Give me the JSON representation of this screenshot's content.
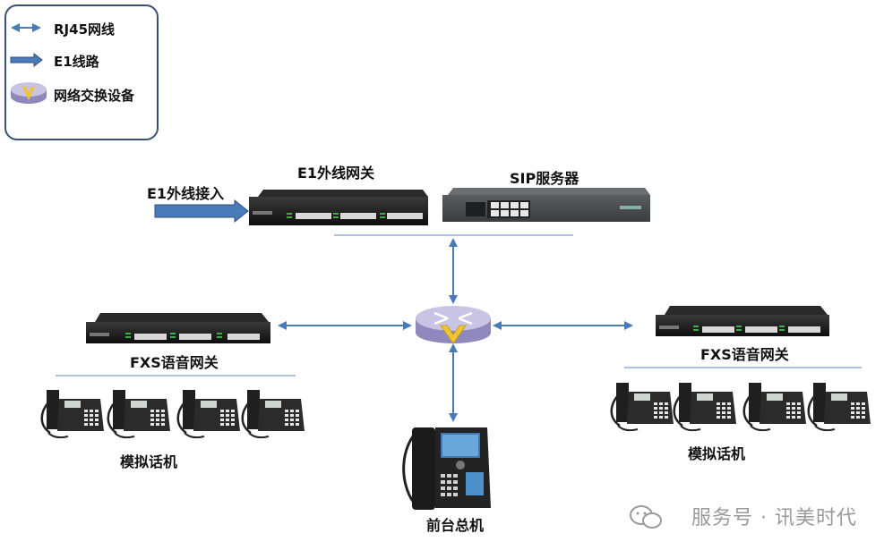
{
  "legend": {
    "items": [
      {
        "label": "RJ45网线",
        "icon": "double-arrow-icon"
      },
      {
        "label": "E1线路",
        "icon": "block-arrow-icon"
      },
      {
        "label": "网络交换设备",
        "icon": "router-icon"
      }
    ]
  },
  "nodes": {
    "e1_gateway": "E1外线网关",
    "e1_inbound": "E1外线接入",
    "sip_server": "SIP服务器",
    "fxs_left": "FXS语音网关",
    "fxs_right": "FXS语音网关",
    "phones_left": "模拟话机",
    "phones_right": "模拟话机",
    "front_desk": "前台总机"
  },
  "watermark": "服务号 · 讯美时代",
  "colors": {
    "link": "#4a7ab8",
    "device": "#1c1c1c",
    "router_top": "#b9b4d6",
    "router_side": "#8f88bd",
    "router_v": "#f1c232",
    "legend_border": "#3b4f7a"
  }
}
